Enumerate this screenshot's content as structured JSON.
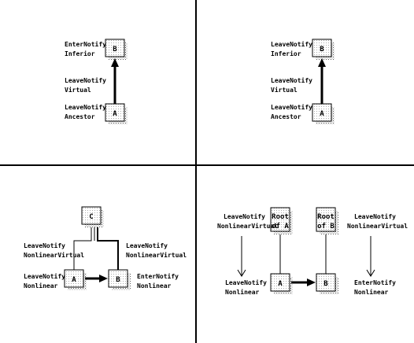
{
  "panels": [
    {
      "id": "top-left",
      "boxes": {
        "top": "B",
        "bottom": "A"
      },
      "labels": {
        "enter_1": "EnterNotify",
        "enter_2": "Inferior",
        "leave_virtual_1": "LeaveNotify",
        "leave_virtual_2": "Virtual",
        "leave_ancestor_1": "LeaveNotify",
        "leave_ancestor_2": "Ancestor"
      }
    },
    {
      "id": "top-right",
      "boxes": {
        "top": "B",
        "bottom": "A"
      },
      "labels": {
        "leave_inferior_1": "LeaveNotify",
        "leave_inferior_2": "Inferior",
        "leave_virtual_1": "LeaveNotify",
        "leave_virtual_2": "Virtual",
        "leave_ancestor_1": "LeaveNotify",
        "leave_ancestor_2": "Ancestor"
      }
    },
    {
      "id": "bottom-left",
      "boxes": {
        "top": "C",
        "left": "A",
        "right": "B"
      },
      "labels": {
        "nlv_left_1": "LeaveNotify",
        "nlv_left_2": "NonlinearVirtual",
        "nlv_right_1": "LeaveNotify",
        "nlv_right_2": "NonlinearVirtual",
        "nl_left_1": "LeaveNotify",
        "nl_left_2": "Nonlinear",
        "nl_right_1": "EnterNotify",
        "nl_right_2": "Nonlinear"
      }
    },
    {
      "id": "bottom-right",
      "boxes": {
        "root_a_1": "Root",
        "root_a_2": "of A",
        "root_b_1": "Root",
        "root_b_2": "of B",
        "left": "A",
        "right": "B"
      },
      "labels": {
        "nlv_left_1": "LeaveNotify",
        "nlv_left_2": "NonlinearVirtual",
        "nlv_right_1": "LeaveNotify",
        "nlv_right_2": "NonlinearVirtual",
        "nl_left_1": "LeaveNotify",
        "nl_left_2": "Nonlinear",
        "nl_right_1": "EnterNotify",
        "nl_right_2": "Nonlinear"
      }
    }
  ]
}
